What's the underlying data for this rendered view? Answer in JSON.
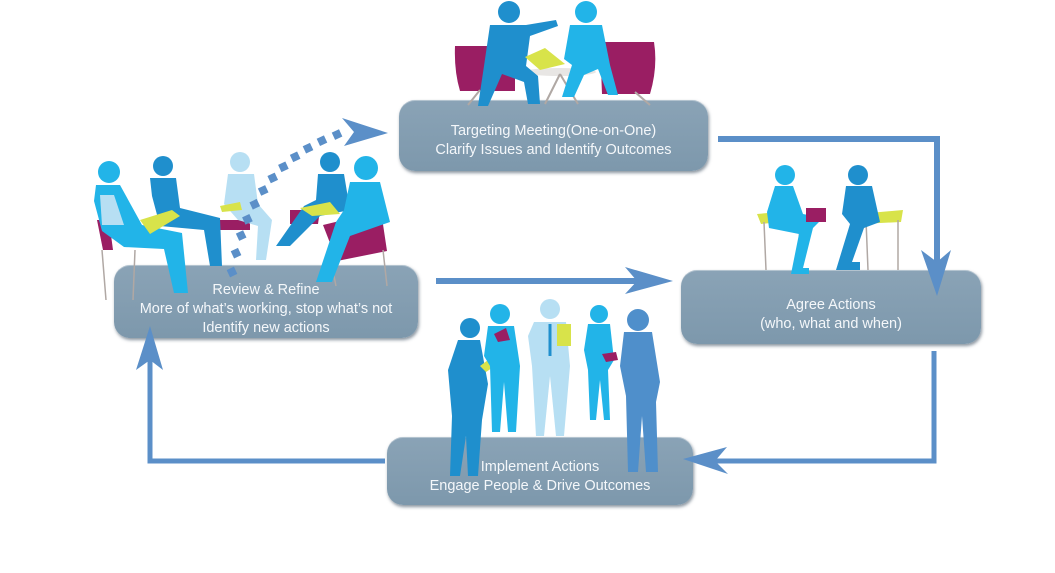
{
  "diagram": {
    "type": "process-cycle",
    "stages": [
      {
        "id": "targeting",
        "lines": [
          "Targeting Meeting(One-on-One)",
          "Clarify Issues and Identify Outcomes"
        ],
        "illustration": "two-people-meeting-on-sofas"
      },
      {
        "id": "agree",
        "lines": [
          "Agree Actions",
          "(who, what and when)"
        ],
        "illustration": "two-people-seated-conversation"
      },
      {
        "id": "implement",
        "lines": [
          "Implement Actions",
          "Engage People & Drive Outcomes"
        ],
        "illustration": "group-standing-with-documents"
      },
      {
        "id": "review",
        "lines": [
          "Review & Refine",
          "More of what’s working, stop what’s not",
          "Identify new actions"
        ],
        "illustration": "group-seated-meeting"
      }
    ],
    "flows": [
      {
        "from": "targeting",
        "to": "agree",
        "style": "solid"
      },
      {
        "from": "agree",
        "to": "implement",
        "style": "solid"
      },
      {
        "from": "implement",
        "to": "review",
        "style": "solid"
      },
      {
        "from": "review",
        "to": "agree",
        "style": "solid"
      },
      {
        "from": "review",
        "to": "targeting",
        "style": "dotted"
      }
    ],
    "colors": {
      "box": "#7f9aae",
      "box_text": "#f4f7fa",
      "arrow": "#5b8fc8",
      "figure_dark": "#1f8fcd",
      "figure_mid": "#22b4e8",
      "figure_light": "#b7dff3",
      "figure_steel": "#4f8fcb",
      "chair_magenta": "#9a1e63",
      "paper_yellow": "#d8e34a",
      "chair_frame": "#b0a8a4"
    }
  }
}
